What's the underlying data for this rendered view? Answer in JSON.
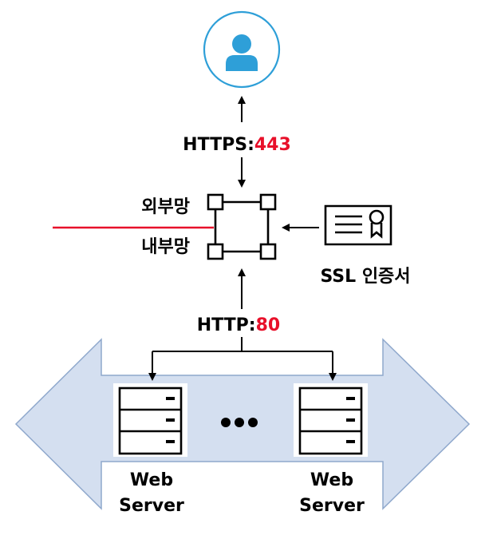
{
  "diagram": {
    "user": {
      "icon": "user-icon"
    },
    "https_link": {
      "protocol": "HTTPS:",
      "port": "443"
    },
    "gateway": {
      "icon": "network-node-icon",
      "zone_external": "외부망",
      "zone_internal": "내부망"
    },
    "certificate": {
      "icon": "certificate-icon",
      "label": "SSL 인증서"
    },
    "http_link": {
      "protocol": "HTTP:",
      "port": "80"
    },
    "servers": [
      {
        "line1": "Web",
        "line2": "Server",
        "icon": "server-icon"
      },
      {
        "line1": "Web",
        "line2": "Server",
        "icon": "server-icon"
      }
    ],
    "ellipsis": {
      "icon": "ellipsis-icon"
    },
    "colors": {
      "accent_blue": "#2e9fd8",
      "highlight_red": "#e8102a",
      "band_fill": "#d4dff0",
      "band_stroke": "#8fa8cc"
    }
  }
}
